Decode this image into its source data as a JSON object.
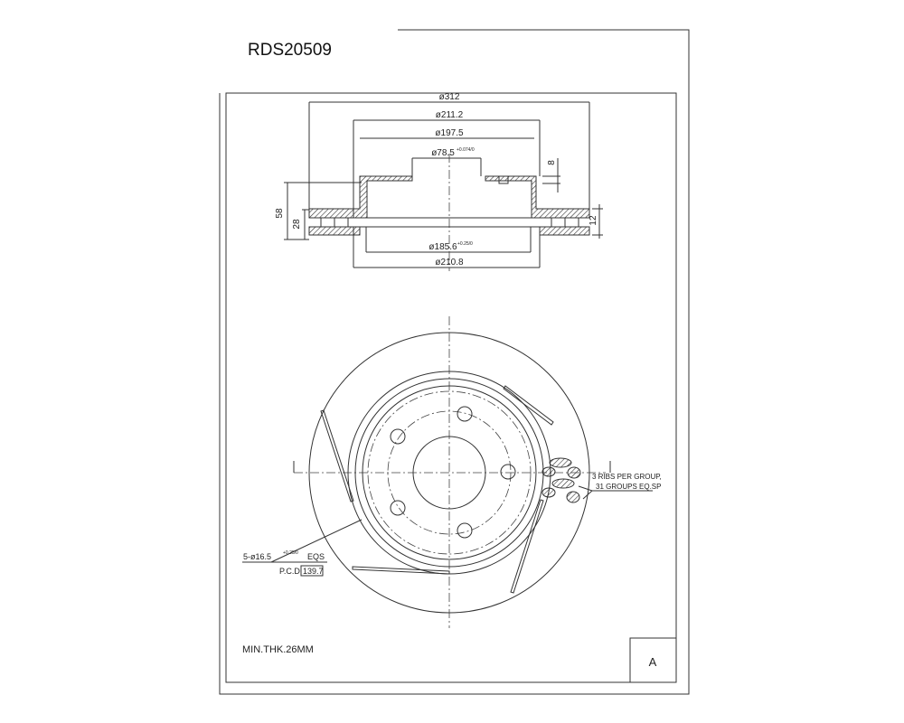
{
  "part_number": "RDS20509",
  "section_view": {
    "dia_outer": "ø312",
    "dia_hat_outer": "ø211.2",
    "dia_hat_inner": "ø197.5",
    "dia_bore": "ø78.5",
    "dia_bore_tol": "+0.074/0",
    "dia_drum": "ø185.6",
    "dia_drum_tol": "+0.25/0",
    "dia_bottom": "ø210.8",
    "height_total": "58",
    "height_rotor": "28",
    "hat_thickness": "8",
    "rotor_plate": "12"
  },
  "plan_view": {
    "holes_label": "5-ø16.5",
    "holes_tol": "+0.25/0",
    "holes_suffix": "EQS",
    "pcd_label": "P.C.D",
    "pcd_value": "139.7",
    "ribs_line1": "3 RIBS PER GROUP,",
    "ribs_line2": "31 GROUPS EQ.SP"
  },
  "notes": {
    "min_thickness": "MIN.THK.26MM",
    "revision": "A"
  }
}
